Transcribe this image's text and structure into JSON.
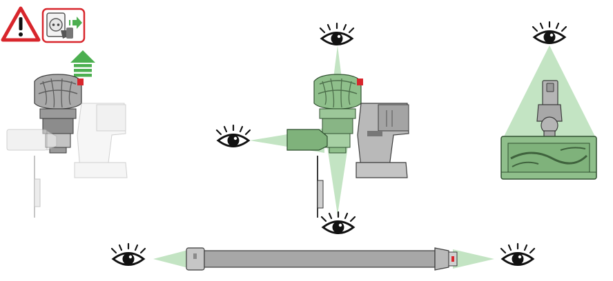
{
  "colors": {
    "warning_red": "#d8262c",
    "arrow_green": "#4caf50",
    "view_cone_green": "#b9dfb9",
    "highlight_green": "#8fbf8b",
    "part_grey": "#b9b9b9",
    "dark_grey": "#6e6e6e",
    "outline": "#3a3a3a",
    "eye_black": "#111111"
  },
  "icons": [
    "warning-triangle-icon",
    "unplug-from-socket-icon",
    "remove-up-arrow-icon",
    "eye-icon"
  ],
  "panels": [
    {
      "name": "detach-cyclone-bin",
      "highlighted": false
    },
    {
      "name": "inspect-main-body",
      "views": [
        "top",
        "left",
        "bottom"
      ]
    },
    {
      "name": "inspect-floor-head",
      "views": [
        "top"
      ]
    },
    {
      "name": "inspect-wand",
      "views": [
        "left",
        "right"
      ]
    }
  ]
}
